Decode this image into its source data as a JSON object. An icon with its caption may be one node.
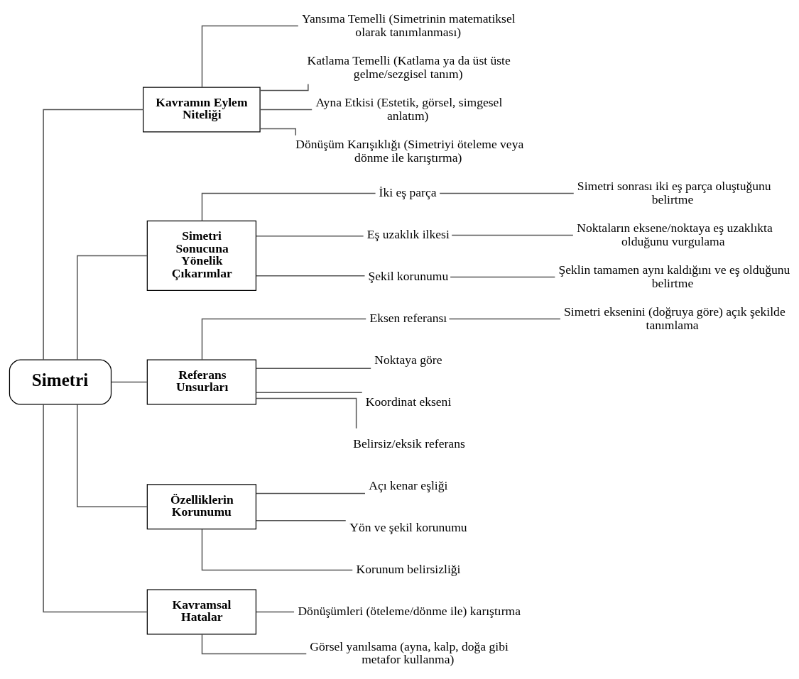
{
  "diagram": {
    "nodes": [
      {
        "text": [
          "Simetri"
        ]
      },
      {
        "text": [
          "Kavramın Eylem Niteliği"
        ]
      },
      {
        "text": [
          "Yansıma Temelli (Simetrinin matematiksel olarak tanımlanması)"
        ]
      },
      {
        "text": [
          "Katlama Temelli (Katlama ya da üst üste gelme/sezgisel tanım)"
        ]
      },
      {
        "text": [
          "Ayna Etkisi (Estetik, görsel, simgesel anlatım)"
        ]
      },
      {
        "text": [
          "Dönüşüm Karışıklığı (Simetriyi öteleme veya dönme ile karıştırma)"
        ]
      },
      {
        "text": [
          "Simetri Sonucuna Yönelik Çıkarımlar"
        ]
      },
      {
        "text": [
          "İki eş parça"
        ]
      },
      {
        "text": [
          "Simetri sonrası iki eş parça oluştuğunu belirtme"
        ]
      },
      {
        "text": [
          "Eş uzaklık ilkesi"
        ]
      },
      {
        "text": [
          "Noktaların eksene/noktaya eş uzaklıkta olduğunu vurgulama"
        ]
      },
      {
        "text": [
          "Şekil korunumu"
        ]
      },
      {
        "text": [
          "Şeklin tamamen aynı kaldığını ve eş olduğunu belirtme"
        ]
      },
      {
        "text": [
          "Referans Unsurları"
        ]
      },
      {
        "text": [
          "Eksen referansı"
        ]
      },
      {
        "text": [
          "Simetri eksenini (doğruya göre) açık şekilde tanımlama"
        ]
      },
      {
        "text": [
          "Noktaya göre"
        ]
      },
      {
        "text": [
          "Koordinat ekseni"
        ]
      },
      {
        "text": [
          "Belirsiz/eksik referans"
        ]
      },
      {
        "text": [
          "Özelliklerin Korunumu"
        ]
      },
      {
        "text": [
          "Açı kenar eşliği"
        ]
      },
      {
        "text": [
          "Yön ve şekil korunumu"
        ]
      },
      {
        "text": [
          "Korunum belirsizliği"
        ]
      },
      {
        "text": [
          "Kavramsal Hatalar"
        ]
      },
      {
        "text": [
          "Dönüşümleri (öteleme/dönme ile) karıştırma"
        ]
      },
      {
        "text": [
          "Görsel yanılsama (ayna, kalp, doğa gibi metafor kullanma)"
        ]
      }
    ],
    "edges": [
      {
        "from": 0,
        "to": 1,
        "arrow": "none"
      },
      {
        "from": 1,
        "to": 2,
        "arrow": "none"
      },
      {
        "from": 1,
        "to": 3,
        "arrow": "none"
      },
      {
        "from": 1,
        "to": 4,
        "arrow": "none"
      },
      {
        "from": 1,
        "to": 5,
        "arrow": "none"
      },
      {
        "from": 0,
        "to": 6,
        "arrow": "none"
      },
      {
        "from": 6,
        "to": 7,
        "arrow": "none"
      },
      {
        "from": 7,
        "to": 8,
        "arrow": "none"
      },
      {
        "from": 6,
        "to": 9,
        "arrow": "none"
      },
      {
        "from": 9,
        "to": 10,
        "arrow": "none"
      },
      {
        "from": 6,
        "to": 11,
        "arrow": "none"
      },
      {
        "from": 11,
        "to": 12,
        "arrow": "none"
      },
      {
        "from": 0,
        "to": 13,
        "arrow": "none"
      },
      {
        "from": 13,
        "to": 14,
        "arrow": "none"
      },
      {
        "from": 14,
        "to": 15,
        "arrow": "none"
      },
      {
        "from": 13,
        "to": 16,
        "arrow": "none"
      },
      {
        "from": 13,
        "to": 17,
        "arrow": "none"
      },
      {
        "from": 13,
        "to": 18,
        "arrow": "none"
      },
      {
        "from": 0,
        "to": 19,
        "arrow": "none"
      },
      {
        "from": 19,
        "to": 20,
        "arrow": "none"
      },
      {
        "from": 19,
        "to": 21,
        "arrow": "none"
      },
      {
        "from": 19,
        "to": 22,
        "arrow": "none"
      },
      {
        "from": 0,
        "to": 23,
        "arrow": "none"
      },
      {
        "from": 23,
        "to": 24,
        "arrow": "none"
      },
      {
        "from": 23,
        "to": 25,
        "arrow": "none"
      }
    ]
  }
}
